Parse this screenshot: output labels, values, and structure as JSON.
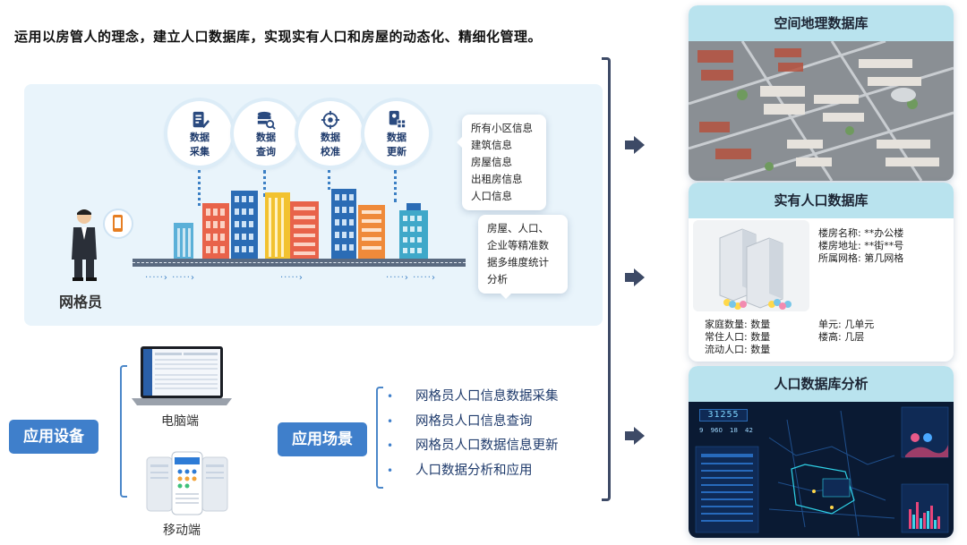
{
  "headline": "运用以房管人的理念，建立人口数据库，实现实有人口和房屋的动态化、精细化管理。",
  "actions": [
    {
      "l1": "数据",
      "l2": "采集",
      "icon": "edit-document-icon"
    },
    {
      "l1": "数据",
      "l2": "查询",
      "icon": "database-search-icon"
    },
    {
      "l1": "数据",
      "l2": "校准",
      "icon": "target-icon"
    },
    {
      "l1": "数据",
      "l2": "更新",
      "icon": "document-grid-icon"
    }
  ],
  "info_bubble": [
    "所有小区信息",
    "建筑信息",
    "房屋信息",
    "出租房信息",
    "人口信息"
  ],
  "stats_bubble": [
    "房屋、人口、",
    "企业等精准数",
    "据多维度统计",
    "分析"
  ],
  "worker_label": "网格员",
  "flow_arrows": [
    "·····›  ·····›",
    "·····›",
    "·····›  ·····›"
  ],
  "devices": {
    "tag": "应用设备",
    "pc": "电脑端",
    "mobile": "移动端"
  },
  "scenarios": {
    "tag": "应用场景",
    "items": [
      "网格员人口信息数据采集",
      "网格员人口信息查询",
      "网格员人口数据信息更新",
      "人口数据分析和应用"
    ]
  },
  "cards": {
    "geo": {
      "title": "空间地理数据库"
    },
    "population": {
      "title": "实有人口数据库",
      "building": [
        "楼房名称: **办公楼",
        "楼房地址: **街**号",
        "所属网格: 第几网格"
      ],
      "left_stats": [
        "家庭数量: 数量",
        "常住人口: 数量",
        "流动人口: 数量"
      ],
      "right_stats": [
        "单元: 几单元",
        "楼高: 几层"
      ]
    },
    "analysis": {
      "title": "人口数据库分析",
      "counter": "31255",
      "mini_numbers": [
        "9",
        "960",
        "18",
        "42"
      ]
    }
  },
  "colors": {
    "panel": "#e9f4fb",
    "accent": "#3f7fcb",
    "card_header": "#b9e3ee",
    "dark_dashboard": "#0a1a33",
    "bracket": "#3d4a66"
  }
}
